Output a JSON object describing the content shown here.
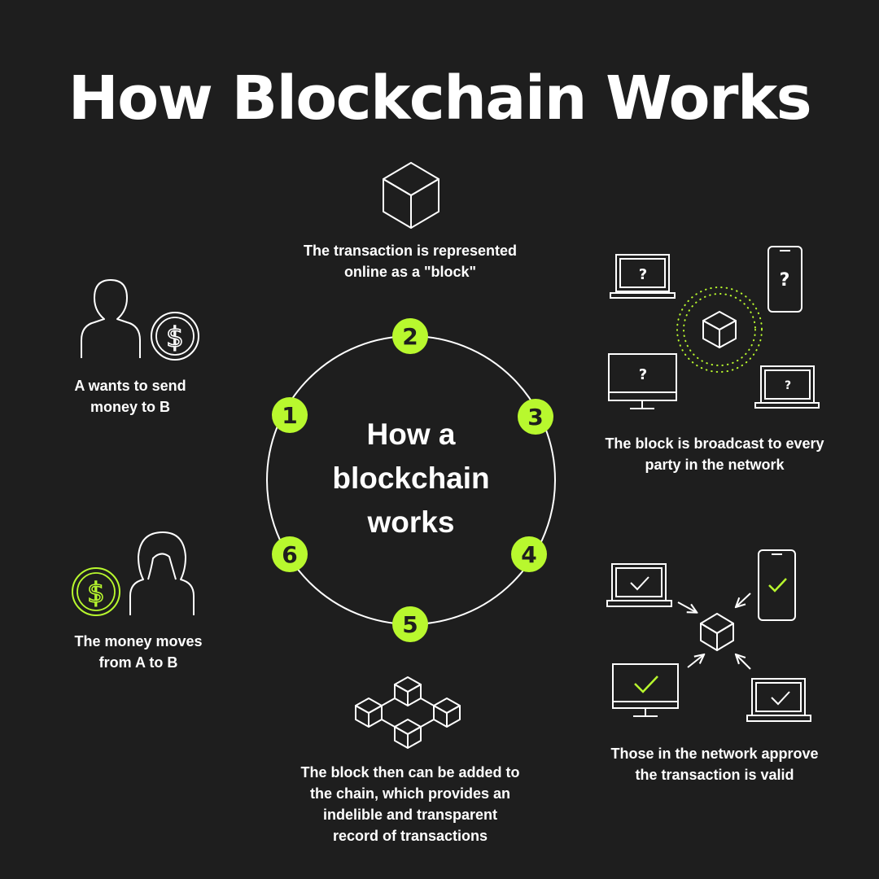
{
  "title": "How Blockchain Works",
  "center": {
    "lines": [
      "How a",
      "blockchain",
      "works"
    ]
  },
  "steps": [
    {
      "number": "1",
      "caption": [
        "A wants to send",
        "money to B"
      ]
    },
    {
      "number": "2",
      "caption": [
        "The transaction is represented",
        "online as a \"block\""
      ]
    },
    {
      "number": "3",
      "caption": [
        "The block is broadcast to every",
        "party in the network"
      ]
    },
    {
      "number": "4",
      "caption": [
        "Those in the network approve",
        "the transaction is valid"
      ]
    },
    {
      "number": "5",
      "caption": [
        "The block then can be added to",
        "the chain, which provides an",
        "indelible and transparent",
        "record of transactions"
      ]
    },
    {
      "number": "6",
      "caption": [
        "The money moves",
        "from A to B"
      ]
    }
  ],
  "icons": {
    "question_mark": "?",
    "dollar_sign": "$"
  },
  "colors": {
    "background": "#1e1e1e",
    "accent": "#b8f82e",
    "foreground": "#ffffff"
  }
}
